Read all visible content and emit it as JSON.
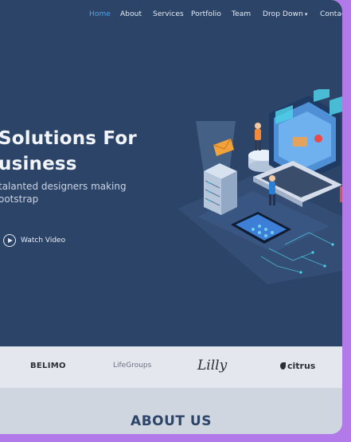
{
  "nav": {
    "items": [
      "Home",
      "About",
      "Services",
      "Portfolio",
      "Team",
      "Drop Down",
      "Contac"
    ],
    "active": "Home"
  },
  "hero": {
    "headline_line1": "Solutions For",
    "headline_line2": "usiness",
    "subtitle_line1": "talanted designers making",
    "subtitle_line2": "ootstrap",
    "watch_label": "Watch Video"
  },
  "clients": {
    "logos": [
      "BELIMO",
      "LifeGroups",
      "Lilly",
      "citrus"
    ]
  },
  "about": {
    "title": "ABOUT US"
  },
  "colors": {
    "hero_bg": "#2c4468",
    "nav_active": "#4da6ee",
    "frame_accent": "#b17ae8"
  }
}
